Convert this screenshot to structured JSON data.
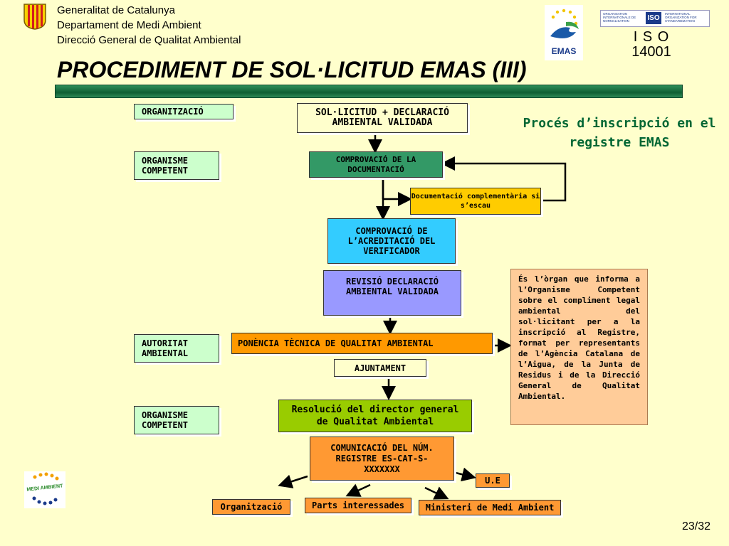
{
  "header": {
    "line1": "Generalitat de Catalunya",
    "line2": "Departament de Medi Ambient",
    "line3": "Direcció General de Qualitat Ambiental"
  },
  "logos": {
    "emas_label": "EMAS",
    "iso_org_text": "ORGANISATION INTERNATIONALE DE NORMALISATION",
    "iso_badge": "ISO",
    "iso_intl_text": "INTERNATIONAL ORGANIZATION FOR STANDARDIZATION",
    "iso_line1": "I S O",
    "iso_line2": "14001",
    "medi_ambient": "MEDI AMBIENT"
  },
  "title": "PROCEDIMENT DE SOL·LICITUD EMAS (III)",
  "subtitle": "Procés d’inscripció en el registre EMAS",
  "side_labels": {
    "organitzacio": "ORGANITZACIÓ",
    "organisme1": "ORGANISME COMPETENT",
    "autoritat": "AUTORITAT AMBIENTAL",
    "organisme2": "ORGANISME COMPETENT"
  },
  "flow": {
    "solicitud": "SOL·LICITUD + DECLARACIÓ AMBIENTAL VALIDADA",
    "comprovacio_doc": "COMPROVACIÓ DE LA DOCUMENTACIÓ",
    "doc_complementaria": "Documentació complementària si s’escau",
    "comprovacio_acred": "COMPROVACIÓ DE L’ACREDITACIÓ DEL VERIFICADOR",
    "revisio": "REVISIÓ DECLARACIÓ AMBIENTAL VALIDADA",
    "ponencia": "PONÈNCIA TÈCNICA DE QUALITAT AMBIENTAL",
    "ajuntament": "AJUNTAMENT",
    "resolucio": "Resolució del director general de Qualitat Ambiental",
    "comunicacio": "COMUNICACIÓ DEL NÚM. REGISTRE ES-CAT-S-XXXXXXX",
    "ue": "U.E",
    "organitzacio_out": "Organització",
    "parts": "Parts interessades",
    "ministeri": "Ministeri de Medi Ambient"
  },
  "note": "És l’òrgan que informa a l’Organisme Competent sobre el compliment legal ambiental del sol·licitant per a la inscripció al Registre, format per representants de l’Agència Catalana de l’Aigua, de la Junta de Residus i de la Direcció General de Qualitat Ambiental.",
  "page_number": "23/32",
  "colors": {
    "background": "#ffffcc",
    "solicitud": "#ffffcc",
    "comprovacio_doc": "#339966",
    "doc_complementaria": "#ffcc00",
    "comprovacio_acred": "#33ccff",
    "revisio": "#9999ff",
    "ponencia": "#ff9900",
    "resolucio": "#99cc00",
    "comunicacio": "#ff9933",
    "side": "#ccffcc",
    "note": "#ffcc99",
    "title_bar": "#1a7042",
    "subtitle": "#006633"
  }
}
